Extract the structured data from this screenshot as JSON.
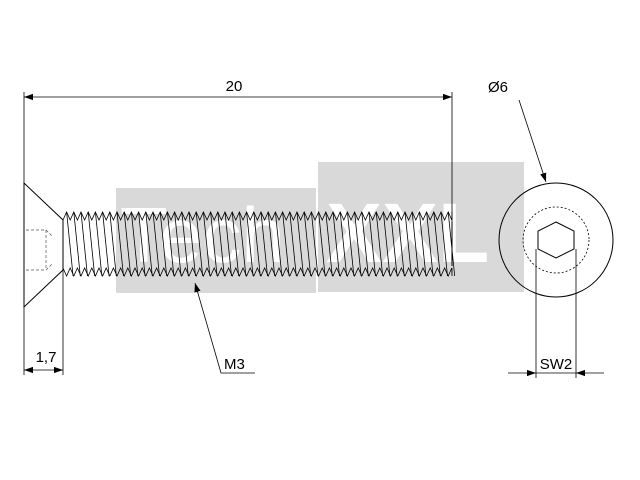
{
  "drawing": {
    "length_label": "20",
    "head_height_label": "1,7",
    "thread_label": "M3",
    "head_diameter_label": "Ø6",
    "socket_label": "SW2",
    "watermark_word": "Tech",
    "watermark_brand": "XXL"
  }
}
